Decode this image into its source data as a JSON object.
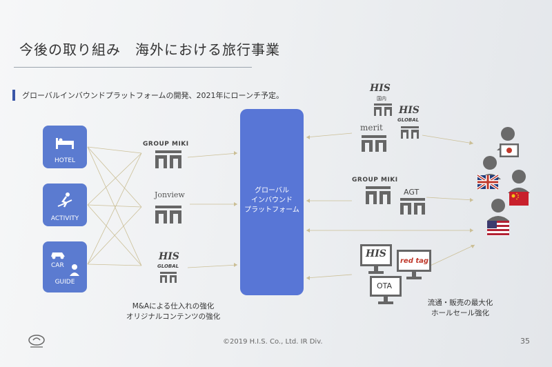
{
  "title": "今後の取り組み　海外における旅行事業",
  "subtitle": "グローバルインバウンドプラットフォームの開発、2021年にローンチ予定。",
  "tiles": [
    {
      "label": "HOTEL",
      "icon": "bed-icon"
    },
    {
      "label": "ACTIVITY",
      "icon": "surfer-icon"
    },
    {
      "label_car": "CAR",
      "label_guide": "GUIDE",
      "icon": "car-icon"
    }
  ],
  "left_brands": {
    "group_miki": "GROUP MIKI",
    "jonview": "Jonview",
    "his": "HIS",
    "his_global": "GLOBAL"
  },
  "platform_label_1": "グローバル",
  "platform_label_2": "インバウンド",
  "platform_label_3": "プラットフォーム",
  "left_note_1": "M&Aによる仕入れの強化",
  "left_note_2": "オリジナルコンテンツの強化",
  "right_brands": {
    "his_domestic": "HIS",
    "his_domestic_sub": "国内",
    "merit": "merit",
    "his_global": "HIS",
    "his_global_sub": "GLOBAL",
    "group_miki": "GROUP MIKI",
    "agt": "AGT",
    "his_screen": "HIS",
    "redtag": "red tag",
    "ota": "OTA"
  },
  "right_note_1": "流通・販売の最大化",
  "right_note_2": "ホールセール強化",
  "copyright": "©2019  H.I.S. Co., Ltd.  IR Div.",
  "page_number": "35",
  "colors": {
    "tile_blue": "#5b7bd0",
    "platform_blue": "#5876d6",
    "brand_gray": "#555",
    "line": "#c9c0a0"
  }
}
